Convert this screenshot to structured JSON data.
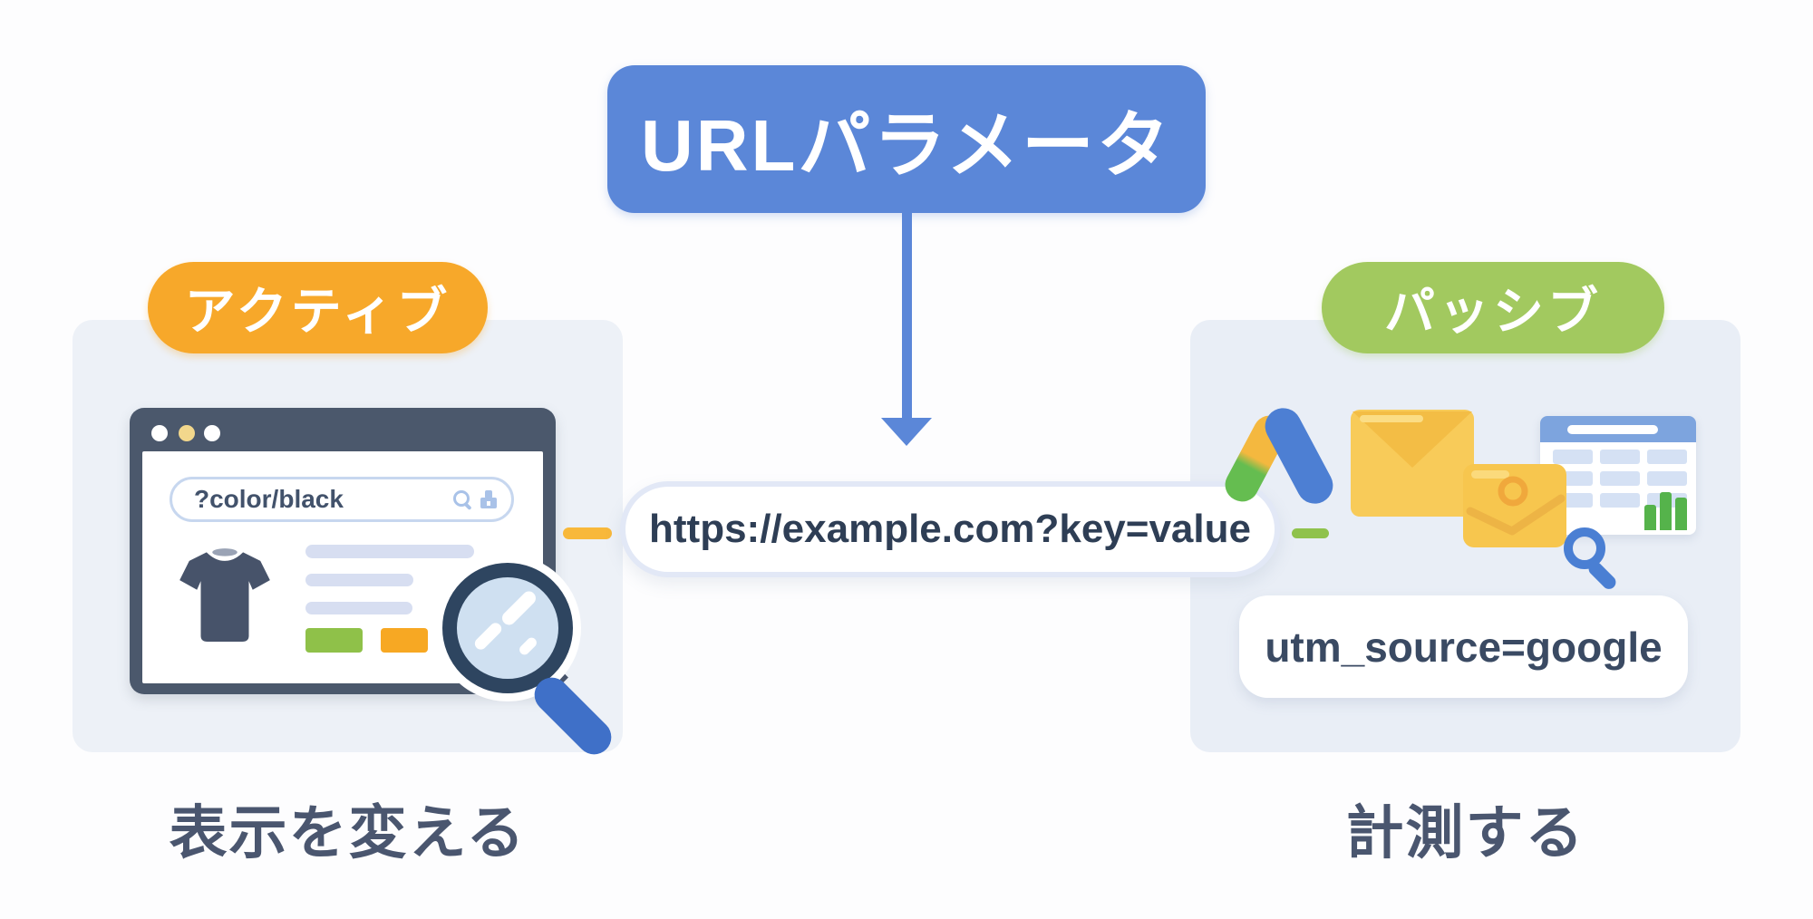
{
  "diagram": {
    "title": "URLパラメータ",
    "url_example": "https://example.com?key=value",
    "left_panel": {
      "badge": "アクティブ",
      "caption": "表示を変える",
      "browser_address": "?color/black"
    },
    "right_panel": {
      "badge": "パッシブ",
      "caption": "計測する",
      "code_example": "utm_source=google"
    },
    "colors": {
      "title_blue": "#5b87d8",
      "active_orange": "#f7a82a",
      "passive_green": "#a2c95f",
      "text_navy": "#3a4a63",
      "card_left_bg": "#edf1f7",
      "card_right_bg": "#e9eef6",
      "browser_chrome": "#4b586c",
      "dash_orange": "#f8b83a",
      "dash_green": "#8fc24c"
    },
    "icons": [
      "down-arrow-icon",
      "browser-window-icon",
      "search-icon",
      "marker-icon",
      "tshirt-icon",
      "magnifier-icon",
      "google-ads-icon",
      "envelope-icon",
      "envelope-small-icon",
      "spreadsheet-icon",
      "bar-chart-icon",
      "search-small-icon"
    ]
  }
}
